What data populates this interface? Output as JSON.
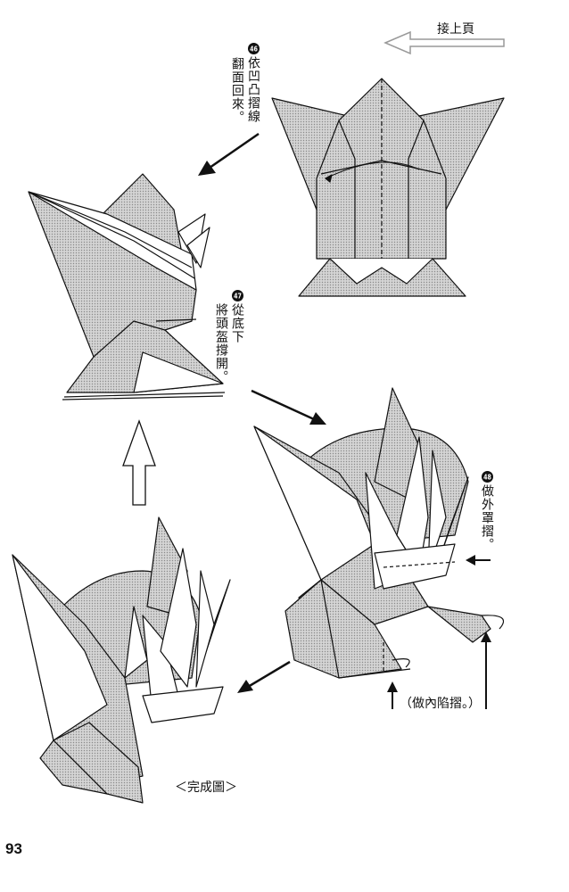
{
  "header": {
    "continue_label": "接上頁"
  },
  "steps": [
    {
      "number": "46",
      "line1": "依凹凸摺線",
      "line2": "翻面回來。"
    },
    {
      "number": "47",
      "line1": "從底下",
      "line2": "將頭盔撐開。"
    },
    {
      "number": "48",
      "line1": "做外罩摺。"
    }
  ],
  "notes": {
    "inside_reverse": "（做內陷摺。）",
    "finished": "＜完成圖＞"
  },
  "page": {
    "number": "93"
  },
  "colors": {
    "shade": "#bdbdbd",
    "line": "#111111",
    "arrow_hollow": "#ffffff"
  },
  "icons": [
    "hollow-arrow-left-icon",
    "arrow-down-left-icon",
    "arrow-down-right-icon",
    "hollow-arrow-up-icon",
    "arrow-up-icon",
    "arrow-left-icon"
  ]
}
